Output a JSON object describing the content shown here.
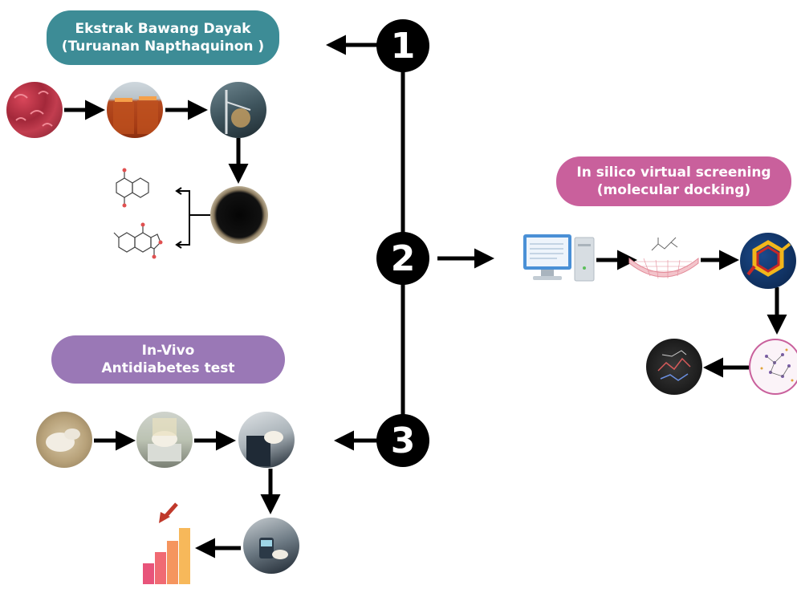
{
  "extract_title": {
    "line1": "Ekstrak Bawang Dayak",
    "line2": "(Turuanan Napthaquinon )"
  },
  "insilico_title": {
    "line1": "In silico virtual screening",
    "line2": "(molecular docking)"
  },
  "invivo_title": {
    "line1": "In-Vivo",
    "line2": "Antidiabetes test"
  },
  "steps": [
    "1",
    "2",
    "3"
  ],
  "colors": {
    "extract_pill": "#3d8c96",
    "insilico_pill": "#c9609c",
    "invivo_pill": "#9a78b6",
    "arrows": "#000000"
  }
}
